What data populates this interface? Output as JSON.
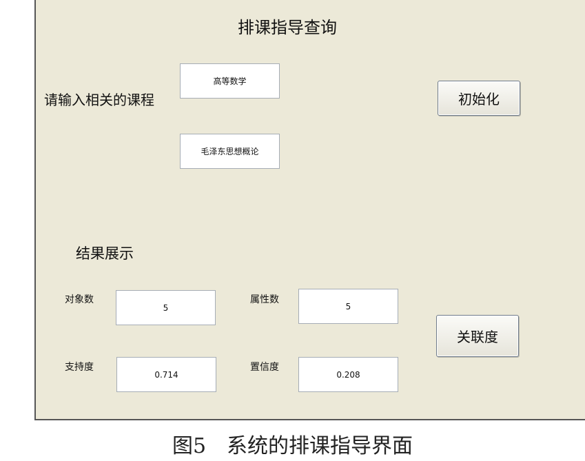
{
  "window": {
    "title": "排课指导查询"
  },
  "courses": {
    "label": "请输入相关的课程",
    "course1_value": "高等数学",
    "course2_value": "毛泽东思想概论"
  },
  "buttons": {
    "init_label": "初始化",
    "association_label": "关联度"
  },
  "results": {
    "heading": "结果展示",
    "object_count_label": "对象数",
    "object_count_value": "5",
    "attribute_count_label": "属性数",
    "attribute_count_value": "5",
    "support_label": "支持度",
    "support_value": "0.714",
    "confidence_label": "置信度",
    "confidence_value": "0.208"
  },
  "figure": {
    "caption": "图5　系统的排课指导界面"
  },
  "colors": {
    "panel_background": "#ece9d8",
    "field_border": "#a5acb5",
    "button_border": "#6f7b8a"
  }
}
